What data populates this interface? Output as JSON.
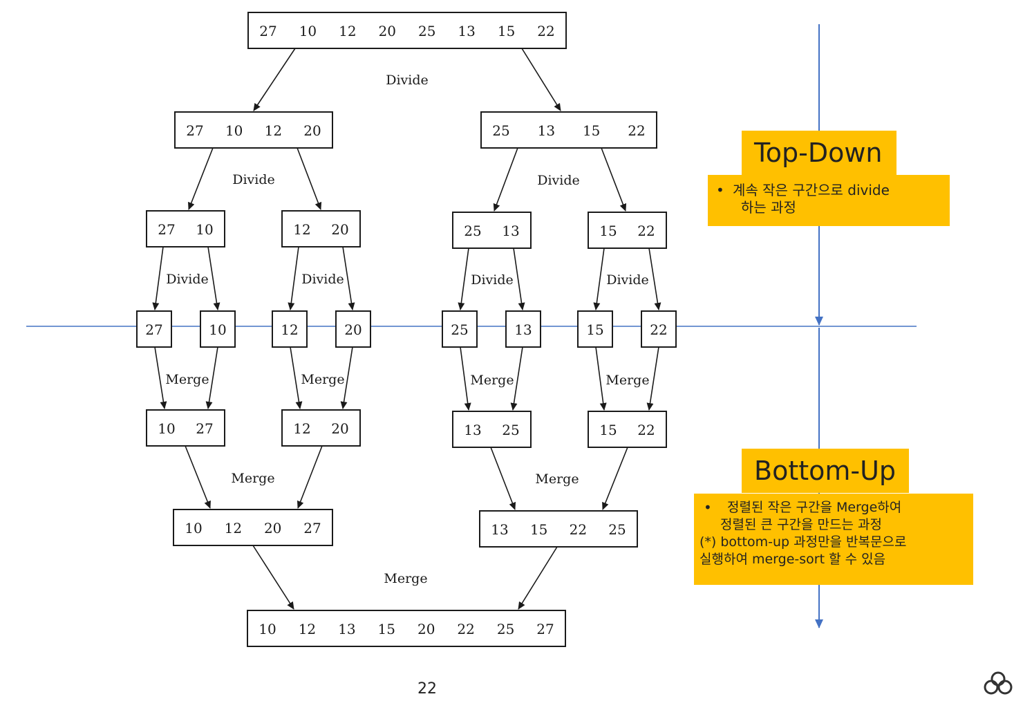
{
  "diagram": {
    "nodes": {
      "root": [
        "27",
        "10",
        "12",
        "20",
        "25",
        "13",
        "15",
        "22"
      ],
      "l1_left": [
        "27",
        "10",
        "12",
        "20"
      ],
      "l1_right": [
        "25",
        "13",
        "15",
        "22"
      ],
      "l2_a": [
        "27",
        "10"
      ],
      "l2_b": [
        "12",
        "20"
      ],
      "l2_c": [
        "25",
        "13"
      ],
      "l2_d": [
        "15",
        "22"
      ],
      "leaf_1": [
        "27"
      ],
      "leaf_2": [
        "10"
      ],
      "leaf_3": [
        "12"
      ],
      "leaf_4": [
        "20"
      ],
      "leaf_5": [
        "25"
      ],
      "leaf_6": [
        "13"
      ],
      "leaf_7": [
        "15"
      ],
      "leaf_8": [
        "22"
      ],
      "m1_a": [
        "10",
        "27"
      ],
      "m1_b": [
        "12",
        "20"
      ],
      "m1_c": [
        "13",
        "25"
      ],
      "m1_d": [
        "15",
        "22"
      ],
      "m2_left": [
        "10",
        "12",
        "20",
        "27"
      ],
      "m2_right": [
        "13",
        "15",
        "22",
        "25"
      ],
      "result": [
        "10",
        "12",
        "13",
        "15",
        "20",
        "22",
        "25",
        "27"
      ]
    },
    "labels": {
      "divide": "Divide",
      "merge": "Merge"
    }
  },
  "callouts": {
    "top_down": {
      "title": "Top-Down",
      "bullet": "•",
      "line1": "계속 작은 구간으로 divide",
      "line2": "하는 과정"
    },
    "bottom_up": {
      "title": "Bottom-Up",
      "bullet": "•",
      "line1": "정렬된 작은 구간을 Merge하여",
      "line2": "정렬된 큰 구간을 만드는 과정",
      "line3": "(*) bottom-up 과정만을 반복문으로",
      "line4": "실행하여 merge-sort 할 수 있음"
    }
  },
  "page_number": "22",
  "colors": {
    "callout_bg": "#ffc000",
    "guide_line": "#4472c4",
    "diagram_ink": "#1a1a1a"
  }
}
